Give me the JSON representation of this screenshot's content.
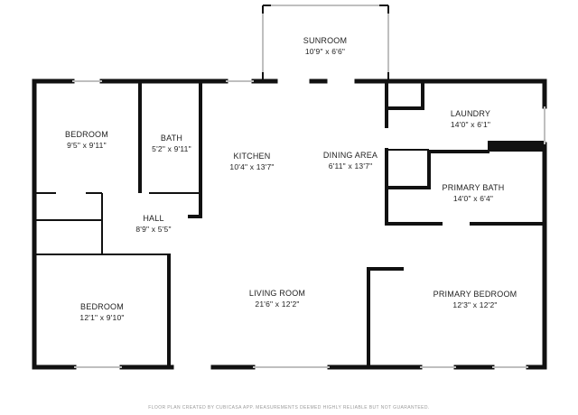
{
  "colors": {
    "wall": "#111111",
    "window": "#bfbfbf",
    "text": "#222222",
    "footer": "#9a9a9a",
    "background": "#ffffff"
  },
  "rooms": {
    "sunroom": {
      "name": "SUNROOM",
      "dims": "10'9\" x 6'6\""
    },
    "bedroom_top": {
      "name": "BEDROOM",
      "dims": "9'5\" x 9'11\""
    },
    "bath": {
      "name": "BATH",
      "dims": "5'2\" x 9'11\""
    },
    "kitchen": {
      "name": "KITCHEN",
      "dims": "10'4\" x 13'7\""
    },
    "dining": {
      "name": "DINING AREA",
      "dims": "6'11\" x 13'7\""
    },
    "laundry": {
      "name": "LAUNDRY",
      "dims": "14'0\" x 6'1\""
    },
    "primary_bath": {
      "name": "PRIMARY BATH",
      "dims": "14'0\" x 6'4\""
    },
    "hall": {
      "name": "HALL",
      "dims": "8'9\" x 5'5\""
    },
    "bedroom_bottom": {
      "name": "BEDROOM",
      "dims": "12'1\" x 9'10\""
    },
    "living": {
      "name": "LIVING ROOM",
      "dims": "21'6\" x 12'2\""
    },
    "primary_bedroom": {
      "name": "PRIMARY BEDROOM",
      "dims": "12'3\" x 12'2\""
    }
  },
  "footer": "FLOOR PLAN CREATED BY CUBICASA APP. MEASUREMENTS DEEMED HIGHLY RELIABLE BUT NOT GUARANTEED."
}
